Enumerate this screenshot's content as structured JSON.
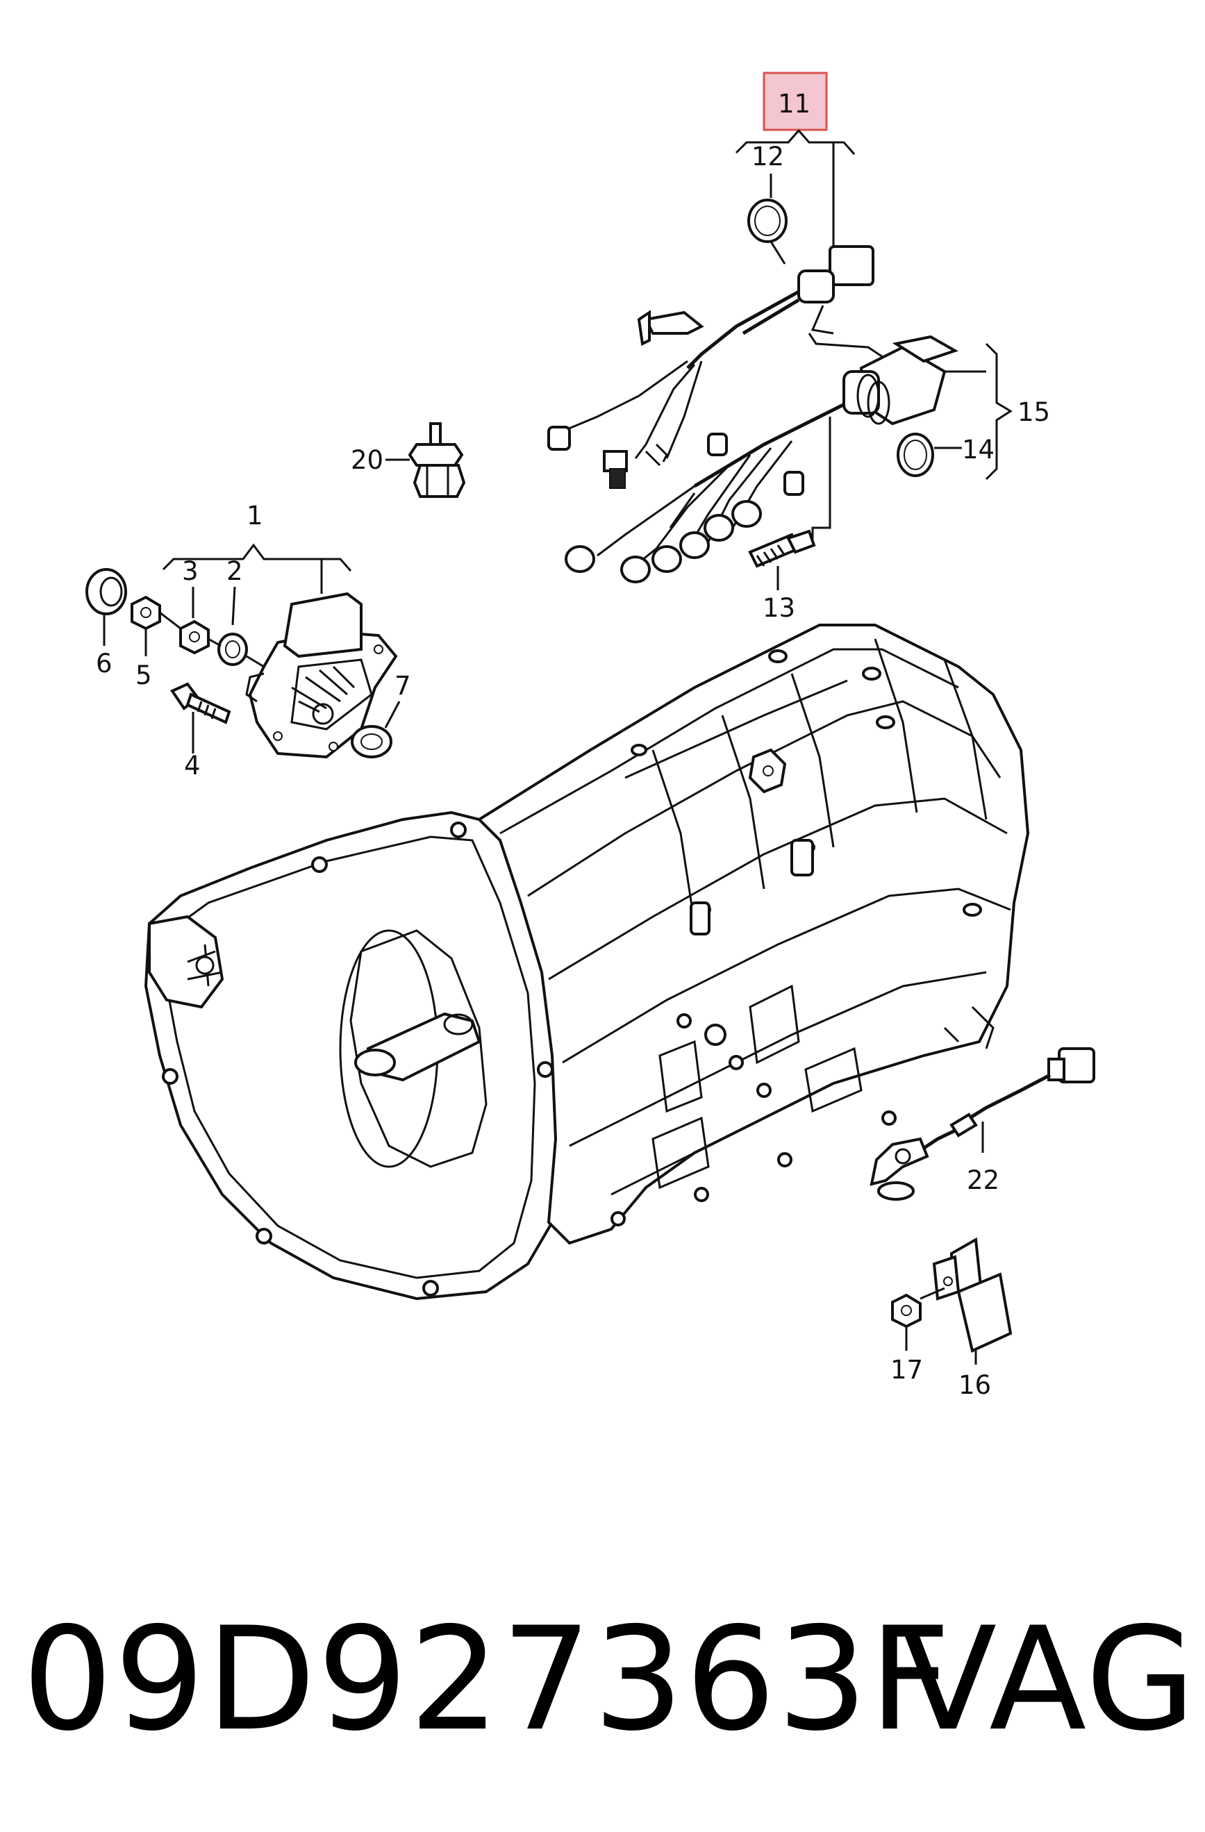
{
  "diagram": {
    "callouts": {
      "c1": "1",
      "c2": "2",
      "c3": "3",
      "c4": "4",
      "c5": "5",
      "c6": "6",
      "c7": "7",
      "c11": "11",
      "c12": "12",
      "c13": "13",
      "c14": "14",
      "c15": "15",
      "c16": "16",
      "c17": "17",
      "c20": "20",
      "c22": "22"
    },
    "highlighted_callout": "11",
    "highlight_color": "#f4c6cf",
    "highlight_border": "#d9534f"
  },
  "footer": {
    "part_number": "09D927363F",
    "brand": "VAG"
  }
}
